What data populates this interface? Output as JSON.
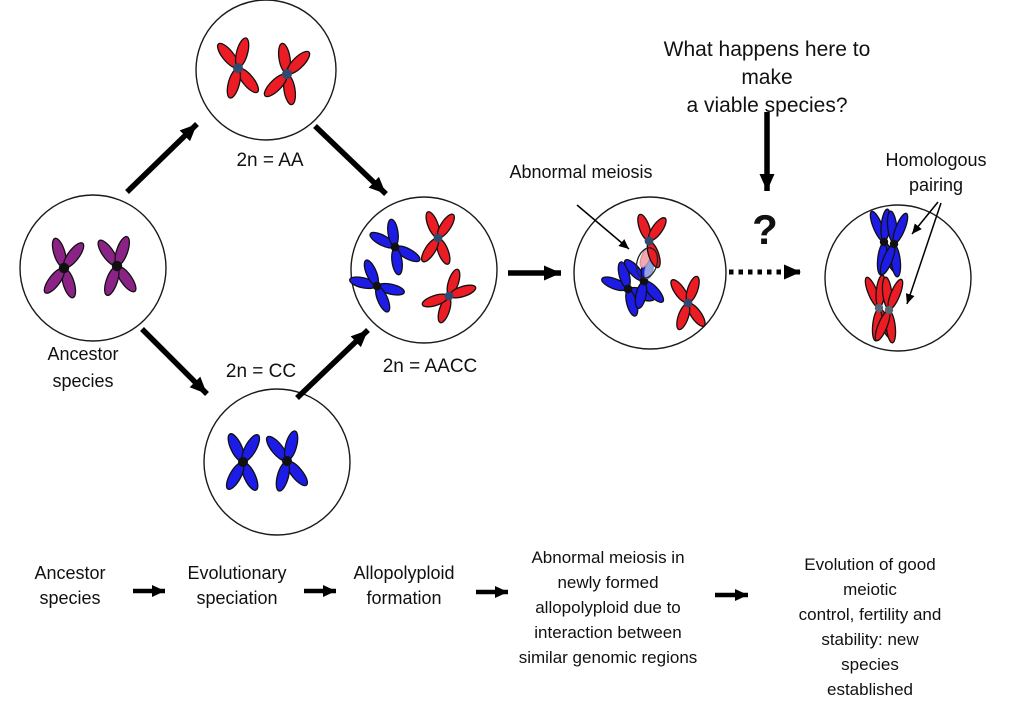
{
  "title": "Allopolyploid speciation diagram",
  "question": {
    "text": "What happens here to make\na viable species?"
  },
  "labels": {
    "abnormal_meiosis": "Abnormal meiosis",
    "homologous_pairing": "Homologous\npairing",
    "question_mark": "?",
    "ancestor_species": "Ancestor\nspecies",
    "genome_aa": "2n = AA",
    "genome_cc": "2n = CC",
    "genome_aacc": "2n = AACC"
  },
  "flow_steps": [
    {
      "label": "Ancestor\nspecies"
    },
    {
      "label": "Evolutionary\nspeciation"
    },
    {
      "label": "Allopolyploid\nformation"
    },
    {
      "label": "Abnormal meiosis in\nnewly formed\nallopolyploid due to\ninteraction between\nsimilar genomic regions"
    },
    {
      "label": "Evolution of good meiotic\ncontrol, fertility and\nstability: new species\nestablished"
    }
  ],
  "colors": {
    "purple": "#8B2387",
    "red": "#EC1C24",
    "blue": "#1C1CE6",
    "centromere_navy": "#2F4A6E",
    "centromere_black": "#101010",
    "centromere_slate": "#5A6472",
    "light_red": "#F2A9B0",
    "light_blue": "#98A4DE",
    "line": "#000000"
  }
}
